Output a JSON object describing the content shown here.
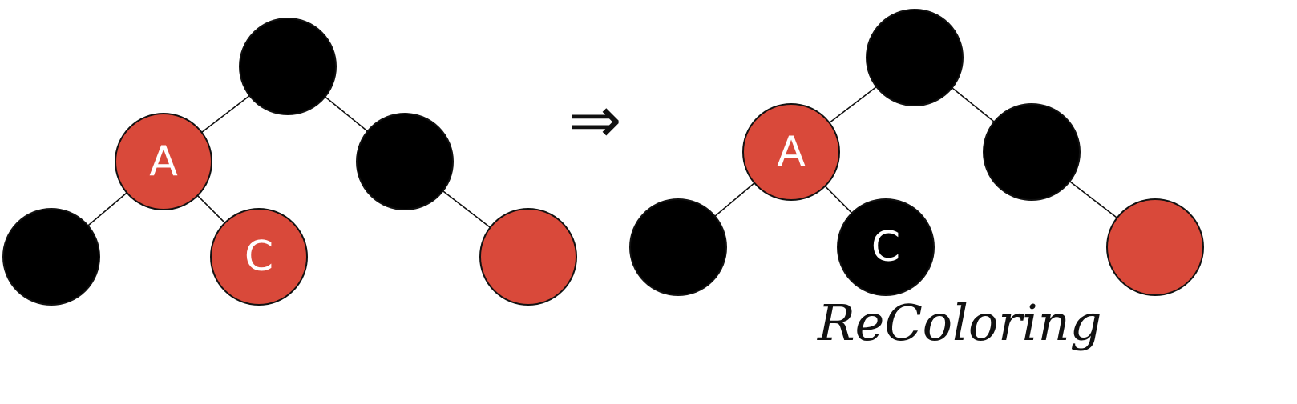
{
  "colors": {
    "red": "#d9493a",
    "black": "#000000",
    "edge": "#111111",
    "label": "#ffffff"
  },
  "transition_mark": "⇒",
  "caption": "ReColoring",
  "trees": [
    {
      "name": "before",
      "nodes": [
        {
          "id": "root",
          "color": "black",
          "label": ""
        },
        {
          "id": "a",
          "color": "red",
          "label": "A"
        },
        {
          "id": "right",
          "color": "black",
          "label": ""
        },
        {
          "id": "a-left",
          "color": "black",
          "label": ""
        },
        {
          "id": "c",
          "color": "red",
          "label": "C"
        },
        {
          "id": "right-right",
          "color": "red",
          "label": ""
        }
      ]
    },
    {
      "name": "after",
      "nodes": [
        {
          "id": "root",
          "color": "black",
          "label": ""
        },
        {
          "id": "a",
          "color": "red",
          "label": "A"
        },
        {
          "id": "right",
          "color": "black",
          "label": ""
        },
        {
          "id": "a-left",
          "color": "black",
          "label": ""
        },
        {
          "id": "c",
          "color": "black",
          "label": "C"
        },
        {
          "id": "right-right",
          "color": "red",
          "label": ""
        }
      ]
    }
  ]
}
